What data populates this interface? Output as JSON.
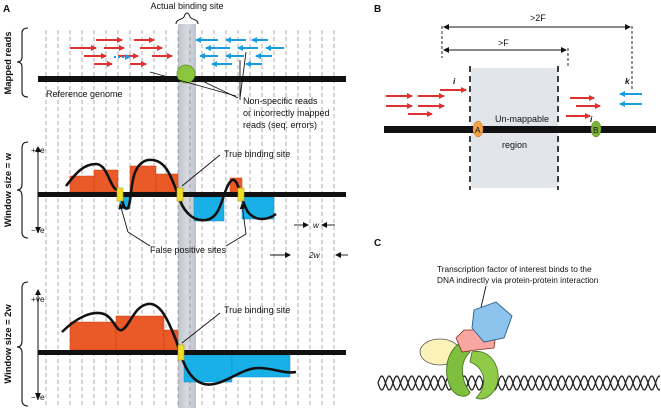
{
  "panels": {
    "a": {
      "label": "A",
      "top_label": "Actual binding site",
      "row_labels": {
        "mapped": "Mapped reads",
        "w": "Window size = w",
        "w2": "Window size = 2w"
      },
      "reference": "Reference genome",
      "nonspecific": [
        "Non-specific reads",
        "or incorrectly mapped",
        "reads (seq. errors)"
      ],
      "true_site": "True binding site",
      "false_pos": "False positive sites",
      "pos": "+ve",
      "neg": "−ve",
      "w": "w",
      "w2": "2w"
    },
    "b": {
      "label": "B",
      "gt2f": ">2F",
      "gtf": ">F",
      "unmappable": [
        "Un-mappable",
        "region"
      ],
      "i": "i",
      "k": "k",
      "site_a": "A",
      "site_b": "B"
    },
    "c": {
      "label": "C",
      "caption": [
        "Transcription factor of interest binds to the",
        "DNA indirectly via protein-protein interaction"
      ]
    }
  },
  "colors": {
    "forward": "#e03030",
    "reverse": "#1a9ce0",
    "positive_bar": "#ea5a28",
    "negative_bar": "#19b0e8",
    "shade": "#c8ccd6",
    "site": "#f0df2a",
    "protein_a": "#f2a24a",
    "protein_b": "#7fb23a"
  }
}
